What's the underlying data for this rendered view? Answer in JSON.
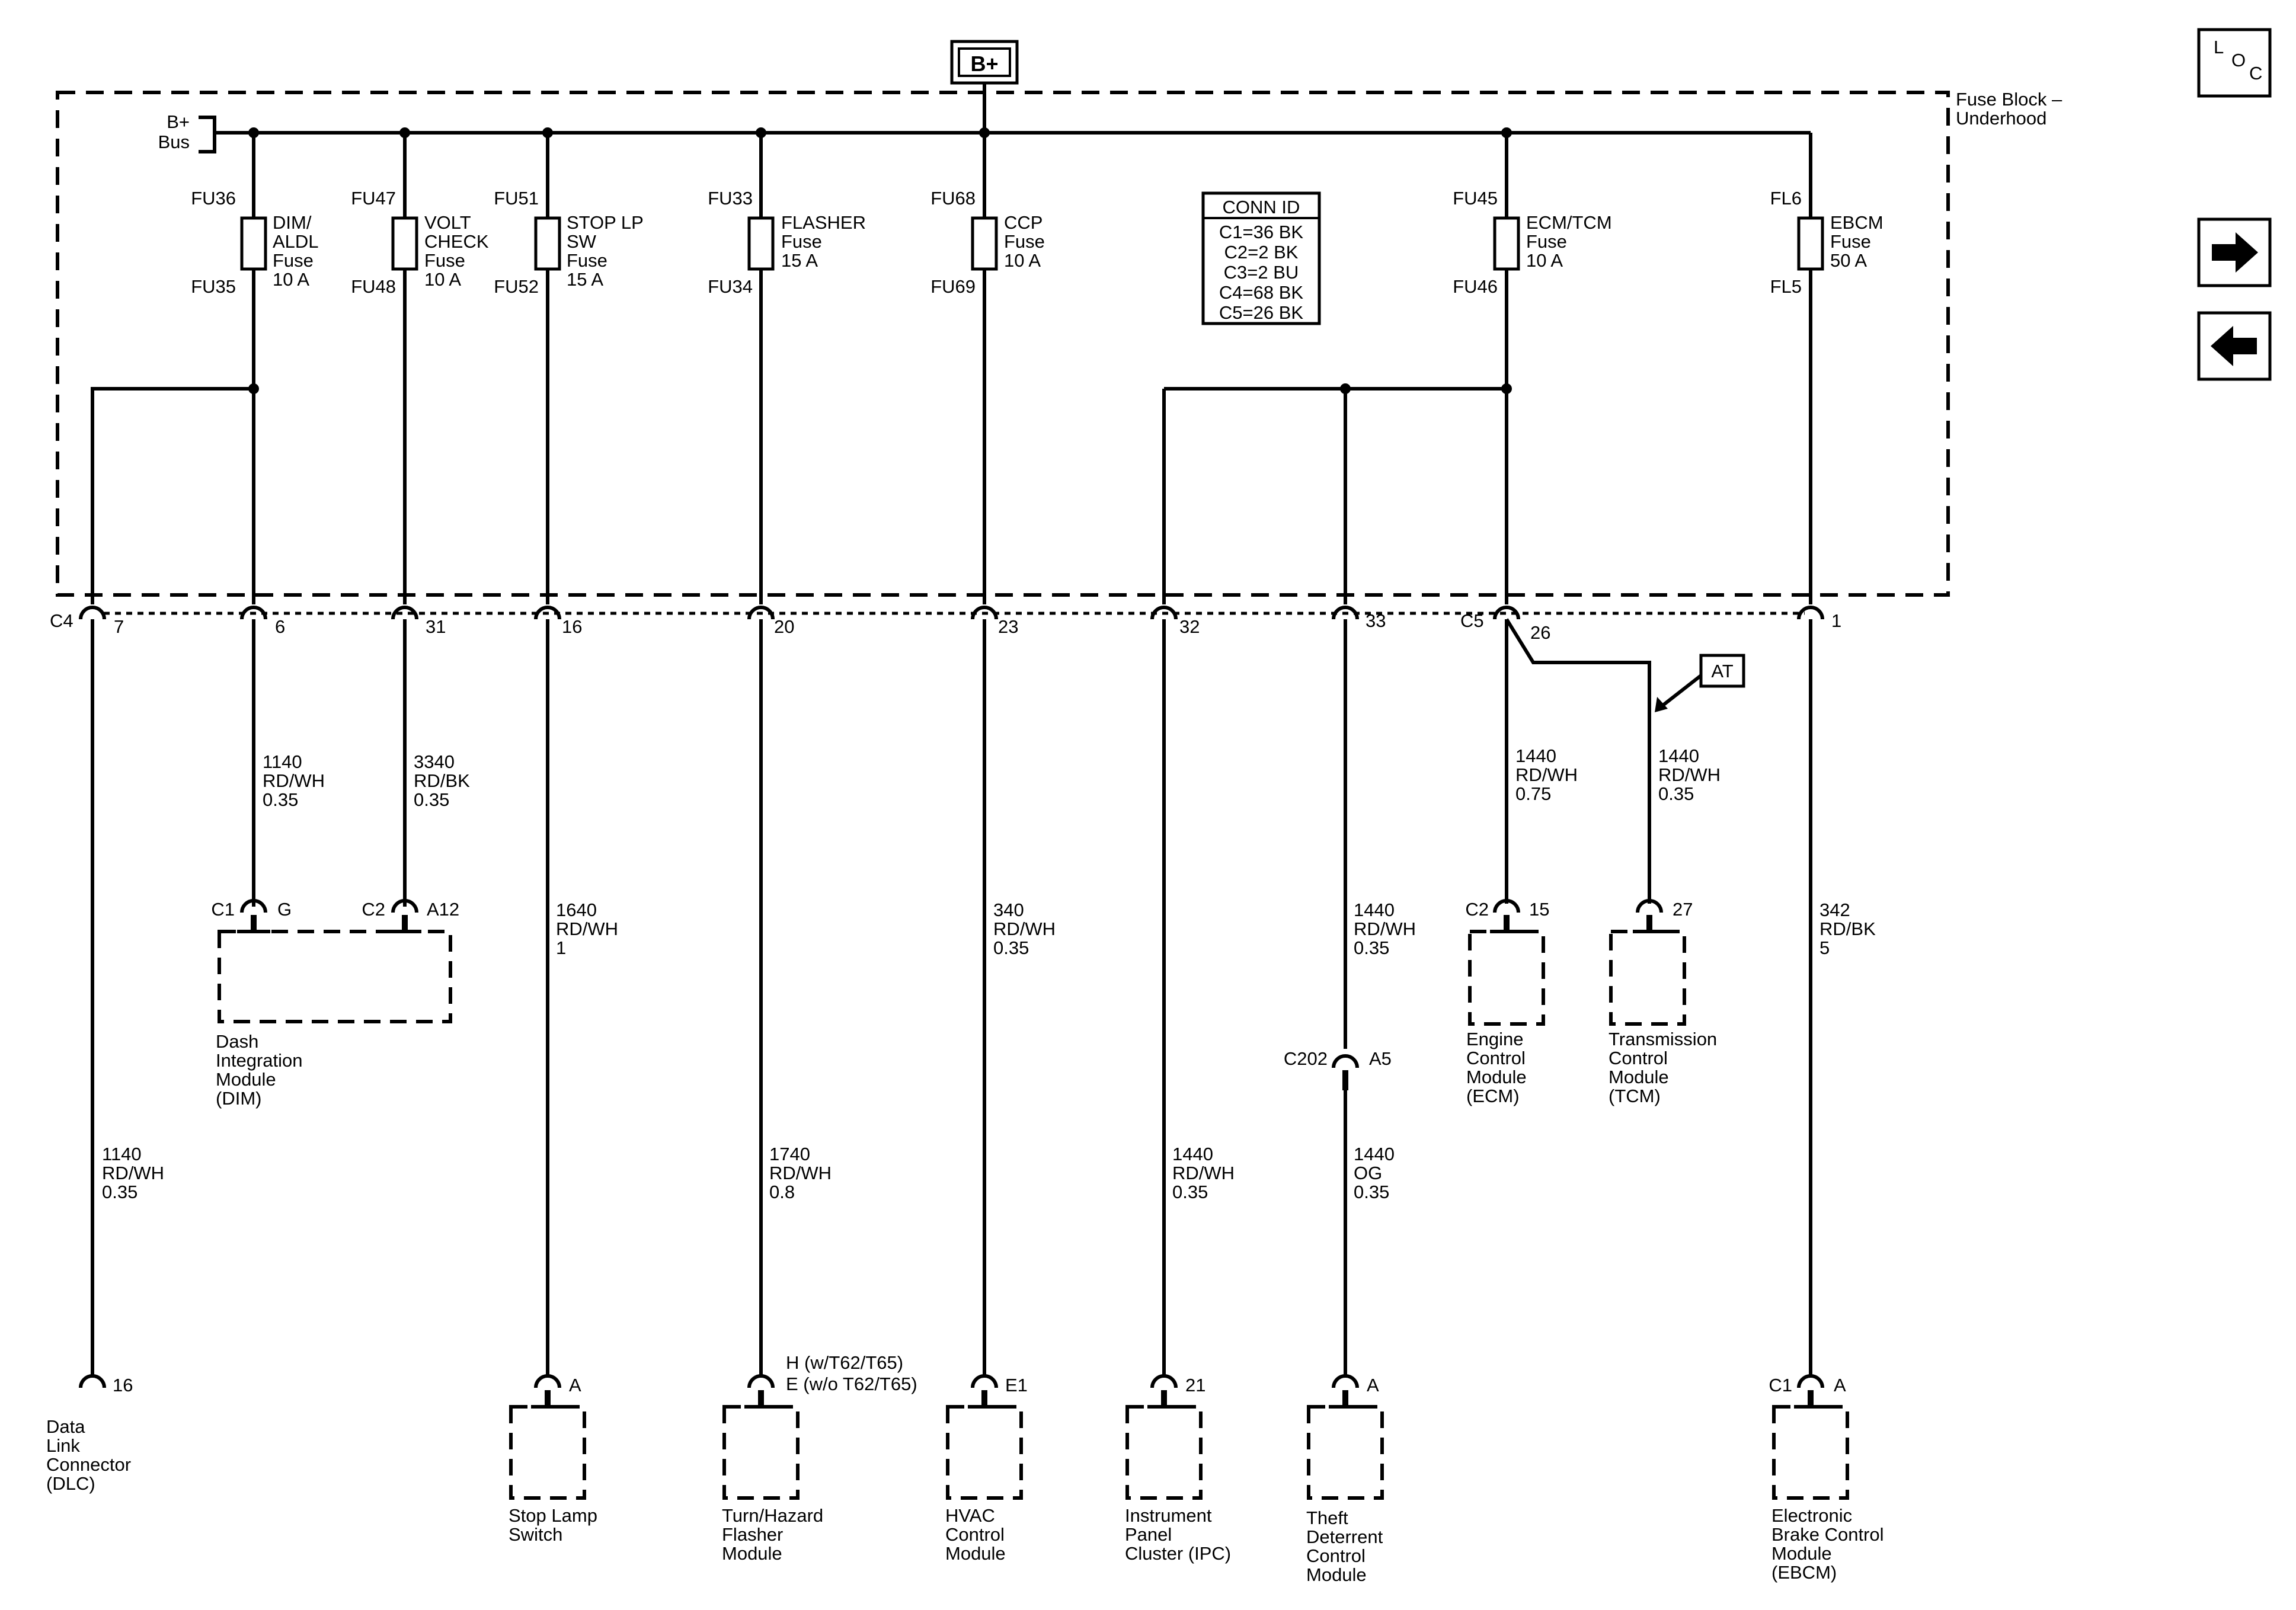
{
  "header": {
    "supply": "B+"
  },
  "fuse_block": {
    "name": "Fuse Block –",
    "name2": "Underhood",
    "bus": [
      "B+",
      "Bus"
    ]
  },
  "conn_id": {
    "title": "CONN ID",
    "rows": [
      "C1=36 BK",
      "C2=2 BK",
      "C3=2 BU",
      "C4=68 BK",
      "C5=26 BK"
    ]
  },
  "fuses": [
    {
      "top": "FU36",
      "bottom": "FU35",
      "label": [
        "DIM/",
        "ALDL",
        "Fuse",
        "10 A"
      ]
    },
    {
      "top": "FU47",
      "bottom": "FU48",
      "label": [
        "VOLT",
        "CHECK",
        "Fuse",
        "10 A"
      ]
    },
    {
      "top": "FU51",
      "bottom": "FU52",
      "label": [
        "STOP LP",
        "SW",
        "Fuse",
        "15 A"
      ]
    },
    {
      "top": "FU33",
      "bottom": "FU34",
      "label": [
        "FLASHER",
        "Fuse",
        "15 A"
      ]
    },
    {
      "top": "FU68",
      "bottom": "FU69",
      "label": [
        "CCP",
        "Fuse",
        "10 A"
      ]
    },
    {
      "top": "FU45",
      "bottom": "FU46",
      "label": [
        "ECM/TCM",
        "Fuse",
        "10 A"
      ]
    },
    {
      "top": "FL6",
      "bottom": "FL5",
      "label": [
        "EBCM",
        "Fuse",
        "50 A"
      ]
    }
  ],
  "connector_labels": {
    "c4": "C4",
    "c5": "C5"
  },
  "pins": [
    "7",
    "6",
    "31",
    "16",
    "20",
    "23",
    "32",
    "33",
    "26",
    "1"
  ],
  "wires": [
    [
      "1140",
      "RD/WH",
      "0.35"
    ],
    [
      "3340",
      "RD/BK",
      "0.35"
    ],
    [
      "1640",
      "RD/WH",
      "1"
    ],
    [
      "1740",
      "RD/WH",
      "0.8"
    ],
    [
      "340",
      "RD/WH",
      "0.35"
    ],
    [
      "1440",
      "RD/WH",
      "0.35"
    ],
    [
      "1440",
      "RD/WH",
      "0.35"
    ],
    [
      "1440",
      "RD/WH",
      "0.75"
    ],
    [
      "1440",
      "RD/WH",
      "0.35"
    ],
    [
      "342",
      "RD/BK",
      "5"
    ],
    [
      "1140",
      "RD/WH",
      "0.35"
    ],
    [
      "1440",
      "OG",
      "0.35"
    ]
  ],
  "at_tag": "AT",
  "inline_connector": {
    "name": "C202",
    "pin": "A5"
  },
  "components": [
    {
      "conn": "C1",
      "pin": "G",
      "conn2": "C2",
      "pin2": "A12",
      "name": [
        "Dash",
        "Integration",
        "Module",
        "(DIM)"
      ]
    },
    {
      "conn": "C2",
      "pin": "15",
      "name": [
        "Engine",
        "Control",
        "Module",
        "(ECM)"
      ]
    },
    {
      "pin": "27",
      "name": [
        "Transmission",
        "Control",
        "Module",
        "(TCM)"
      ]
    },
    {
      "pin": "16",
      "name": [
        "Data",
        "Link",
        "Connector",
        "(DLC)"
      ]
    },
    {
      "pin": "A",
      "name": [
        "Stop Lamp",
        "Switch"
      ]
    },
    {
      "pin": "H (w/T62/T65)",
      "pin2": "E (w/o T62/T65)",
      "name": [
        "Turn/Hazard",
        "Flasher",
        "Module"
      ]
    },
    {
      "pin": "E1",
      "name": [
        "HVAC",
        "Control",
        "Module"
      ]
    },
    {
      "pin": "21",
      "name": [
        "Instrument",
        "Panel",
        "Cluster (IPC)"
      ]
    },
    {
      "pin": "A",
      "name": [
        "Theft",
        "Deterrent",
        "Control",
        "Module"
      ]
    },
    {
      "conn": "C1",
      "pin": "A",
      "name": [
        "Electronic",
        "Brake Control",
        "Module",
        "(EBCM)"
      ]
    }
  ],
  "nav": {
    "loc": [
      "L",
      "O",
      "C"
    ],
    "next_icon": "arrow-right-icon",
    "prev_icon": "arrow-left-icon"
  }
}
